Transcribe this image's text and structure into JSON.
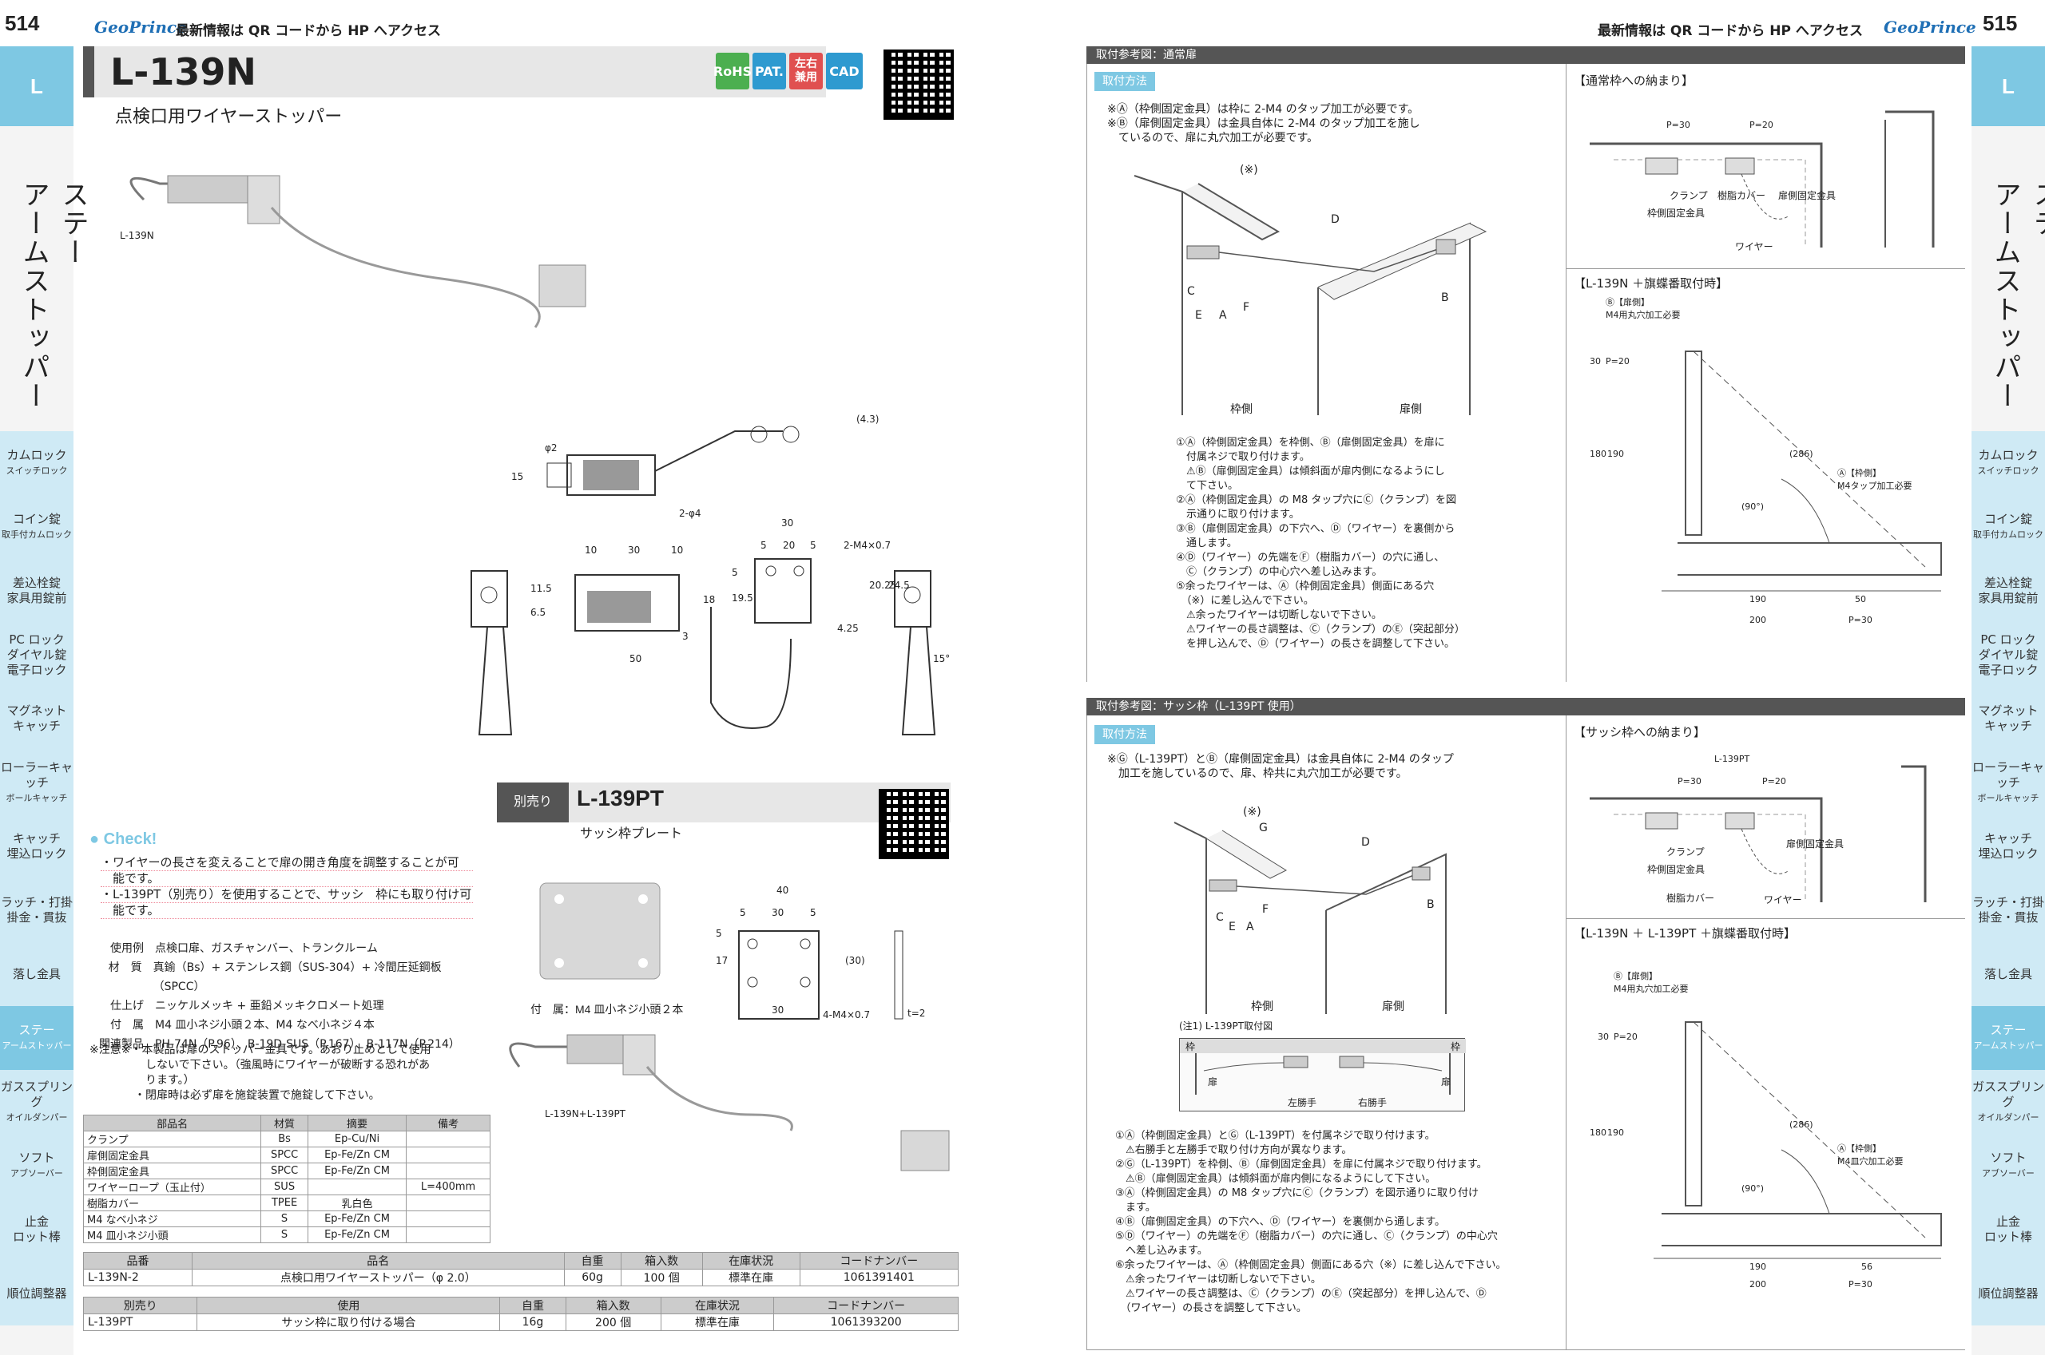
{
  "header": {
    "left_page_number": "514",
    "right_page_number": "515",
    "logo": "GeoPrince",
    "note": "最新情報は QR コードから HP へアクセス"
  },
  "side_tabs": {
    "letter": "L",
    "vertical_title_lines": [
      "ステー",
      "アームストッパー"
    ],
    "categories": [
      {
        "lines": [
          "カムロック",
          "スイッチロック"
        ]
      },
      {
        "lines": [
          "コイン錠",
          "取手付カムロック"
        ]
      },
      {
        "lines": [
          "差込栓錠",
          "家具用錠前"
        ]
      },
      {
        "lines": [
          "PC ロック",
          "ダイヤル錠",
          "電子ロック"
        ]
      },
      {
        "lines": [
          "マグネット",
          "キャッチ"
        ]
      },
      {
        "lines": [
          "ローラーキャッチ",
          "ボールキャッチ"
        ]
      },
      {
        "lines": [
          "キャッチ",
          "埋込ロック"
        ]
      },
      {
        "lines": [
          "ラッチ・打掛",
          "掛金・貫抜"
        ]
      },
      {
        "lines": [
          "落し金具"
        ]
      },
      {
        "lines": [
          "ステー",
          "アームストッパー"
        ],
        "active": true
      },
      {
        "lines": [
          "ガススプリング",
          "オイルダンパー"
        ]
      },
      {
        "lines": [
          "ソフト",
          "アブソーバー"
        ]
      },
      {
        "lines": [
          "止金",
          "ロット棒"
        ]
      },
      {
        "lines": [
          "順位調整器"
        ]
      }
    ]
  },
  "product": {
    "code": "L-139N",
    "subtitle": "点検口用ワイヤーストッパー",
    "badges": [
      "RoHS",
      "PAT.",
      "左右\n兼用",
      "CAD"
    ],
    "photo_label": "L-139N"
  },
  "dimensions": {
    "top": [
      "φ2",
      "15",
      "(4.3)",
      "2-φ4"
    ],
    "mid": [
      "10",
      "30",
      "10",
      "30",
      "5",
      "20",
      "5",
      "2-M4×0.7",
      "11.5",
      "6.5",
      "18",
      "19.5",
      "5",
      "20.25",
      "24.5",
      "4.25",
      "3",
      "50",
      "15°"
    ]
  },
  "check": {
    "title": "Check!",
    "lines": [
      "・ワイヤーの長さを変えることで扉の開き角度を調整することが可",
      "　能です。",
      "・L-139PT（別売り）を使用することで、サッシ　枠にも取り付け可",
      "　能です。"
    ]
  },
  "specs": [
    {
      "k": "使用例",
      "v": "点検口扉、ガスチャンバー、トランクルーム"
    },
    {
      "k": "材　質",
      "v": "真鍮（Bs）+ ステンレス鋼（SUS-304）+ 冷間圧延鋼板（SPCC）"
    },
    {
      "k": "仕上げ",
      "v": "ニッケルメッキ + 亜鉛メッキクロメート処理"
    },
    {
      "k": "付　属",
      "v": "M4 皿小ネジ小頭２本、M4 なべ小ネジ４本"
    },
    {
      "k": "関連製品",
      "v": "PH-74N（P.96）、B-19D-SUS（P.167）、B-117N（P.214）"
    }
  ],
  "caution": [
    "※注意※・本製品は扉のストッパー金具です。あおり止めとして使用",
    "　　　　　しないで下さい。（強風時にワイヤーが破断する恐れがあ",
    "　　　　　ります。）",
    "　　　　・閉扉時は必ず扉を施錠装置で施錠して下さい。"
  ],
  "parts_table": {
    "headers": [
      "部品名",
      "材質",
      "摘要",
      "備考"
    ],
    "rows": [
      [
        "クランプ",
        "Bs",
        "Ep-Cu/Ni",
        ""
      ],
      [
        "扉側固定金具",
        "SPCC",
        "Ep-Fe/Zn CM",
        ""
      ],
      [
        "枠側固定金具",
        "SPCC",
        "Ep-Fe/Zn CM",
        ""
      ],
      [
        "ワイヤーロープ（玉止付）",
        "SUS",
        "",
        "L=400mm"
      ],
      [
        "樹脂カバー",
        "TPEE",
        "乳白色",
        ""
      ],
      [
        "M4 なべ小ネジ",
        "S",
        "Ep-Fe/Zn CM",
        ""
      ],
      [
        "M4 皿小ネジ小頭",
        "S",
        "Ep-Fe/Zn CM",
        ""
      ]
    ]
  },
  "order_table": {
    "headers": [
      "品番",
      "品名",
      "自重",
      "箱入数",
      "在庫状況",
      "コードナンバー"
    ],
    "rows": [
      [
        "L-139N-2",
        "点検口用ワイヤーストッパー（φ 2.0）",
        "60g",
        "100 個",
        "標準在庫",
        "1061391401"
      ]
    ]
  },
  "order_table2": {
    "headers": [
      "別売り",
      "使用",
      "自重",
      "箱入数",
      "在庫状況",
      "コードナンバー"
    ],
    "rows": [
      [
        "L-139PT",
        "サッシ枠に取り付ける場合",
        "16g",
        "200 個",
        "標準在庫",
        "1061393200"
      ]
    ]
  },
  "accessory": {
    "tag": "別売り",
    "code": "L-139PT",
    "subtitle": "サッシ枠プレート",
    "attach": "付　属：M4 皿小ネジ小頭２本",
    "photo_label": "L-139N+L-139PT",
    "dims": [
      "40",
      "5",
      "30",
      "5",
      "5",
      "17",
      "(30)",
      "30",
      "4-M4×0.7",
      "t=2"
    ]
  },
  "section1": {
    "bar": "取付参考図：通常扉",
    "pill": "取付方法",
    "note": "※Ⓐ（枠側固定金具）は枠に 2-M4 のタップ加工が必要です。\n※Ⓑ（扉側固定金具）は金具自体に 2-M4 のタップ加工を施し\n　ているので、扉に丸穴加工が必要です。",
    "labels": [
      "(※)",
      "D",
      "C",
      "E",
      "A",
      "F",
      "B",
      "枠側",
      "扉側"
    ],
    "steps": "①Ⓐ（枠側固定金具）を枠側、Ⓑ（扉側固定金具）を扉に\n　付属ネジで取り付けます。\n　⚠Ⓑ（扉側固定金具）は傾斜面が扉内側になるようにし\n　て下さい。\n②Ⓐ（枠側固定金具）の M8 タップ穴にⒸ（クランプ）を図\n　示通りに取り付けます。\n③Ⓑ（扉側固定金具）の下穴へ、Ⓓ（ワイヤー）を裏側から\n　通します。\n④Ⓓ（ワイヤー）の先端をⒻ（樹脂カバー）の穴に通し、\n　Ⓒ（クランプ）の中心穴へ差し込みます。\n⑤余ったワイヤーは、Ⓐ（枠側固定金具）側面にある穴\n　（※）に差し込んで下さい。\n　⚠余ったワイヤーは切断しないで下さい。\n　⚠ワイヤーの長さ調整は、Ⓒ（クランプ）のⒺ（突起部分）\n　を押し込んで、Ⓓ（ワイヤー）の長さを調整して下さい。",
    "panel1_title": "【通常枠への納まり】",
    "panel1_labels": [
      "P=30",
      "P=20",
      "クランプ",
      "樹脂カバー",
      "扉側固定金具",
      "枠側固定金具",
      "ワイヤー"
    ],
    "panel2_title": "【L-139N ＋旗蝶番取付時】",
    "panel2_labels": [
      "Ⓑ【扉側】",
      "M4用丸穴加工必要",
      "30",
      "P=20",
      "180",
      "190",
      "(286)",
      "Ⓐ【枠側】",
      "M4タップ加工必要",
      "(90°)",
      "190",
      "200",
      "50",
      "P=30"
    ]
  },
  "section2": {
    "bar": "取付参考図：サッシ枠（L-139PT 使用）",
    "pill": "取付方法",
    "note": "※Ⓖ（L-139PT）とⒷ（扉側固定金具）は金具自体に 2-M4 のタップ\n　加工を施しているので、扉、枠共に丸穴加工が必要です。",
    "labels": [
      "(※)",
      "G",
      "D",
      "C",
      "E",
      "A",
      "F",
      "B",
      "枠側",
      "扉側"
    ],
    "note1": "(注1) L-139PT取付図",
    "note1_labels": [
      "枠",
      "枠",
      "扉",
      "扉",
      "左勝手",
      "右勝手"
    ],
    "steps": "①Ⓐ（枠側固定金具）とⒼ（L-139PT）を付属ネジで取り付けます。\n　⚠右勝手と左勝手で取り付け方向が異なります。\n②Ⓖ（L-139PT）を枠側、Ⓑ（扉側固定金具）を扉に付属ネジで取り付けます。\n　⚠Ⓑ（扉側固定金具）は傾斜面が扉内側になるようにして下さい。\n③Ⓐ（枠側固定金具）の M8 タップ穴にⒸ（クランプ）を図示通りに取り付け\n　ます。\n④Ⓑ（扉側固定金具）の下穴へ、Ⓓ（ワイヤー）を裏側から通します。\n⑤Ⓓ（ワイヤー）の先端をⒻ（樹脂カバー）の穴に通し、Ⓒ（クランプ）の中心穴\n　へ差し込みます。\n⑥余ったワイヤーは、Ⓐ（枠側固定金具）側面にある穴（※）に差し込んで下さい。\n　⚠余ったワイヤーは切断しないで下さい。\n　⚠ワイヤーの長さ調整は、Ⓒ（クランプ）のⒺ（突起部分）を押し込んで、Ⓓ\n　（ワイヤー）の長さを調整して下さい。",
    "panel1_title": "【サッシ枠への納まり】",
    "panel1_labels": [
      "L-139PT",
      "P=30",
      "P=20",
      "クランプ",
      "扉側固定金具",
      "枠側固定金具",
      "樹脂カバー",
      "ワイヤー"
    ],
    "panel2_title": "【L-139N ＋ L-139PT ＋旗蝶番取付時】",
    "panel2_labels": [
      "Ⓑ【扉側】",
      "M4用丸穴加工必要",
      "30",
      "P=20",
      "180",
      "190",
      "(286)",
      "Ⓐ【枠側】",
      "M4皿穴加工必要",
      "(90°)",
      "190",
      "200",
      "56",
      "P=30"
    ]
  },
  "colors": {
    "accent": "#7ec8e3",
    "dark_bar": "#555555",
    "rohs": "#4caf50",
    "pat": "#2e9ad0",
    "lr": "#e05050",
    "cad": "#2e9ad0"
  }
}
